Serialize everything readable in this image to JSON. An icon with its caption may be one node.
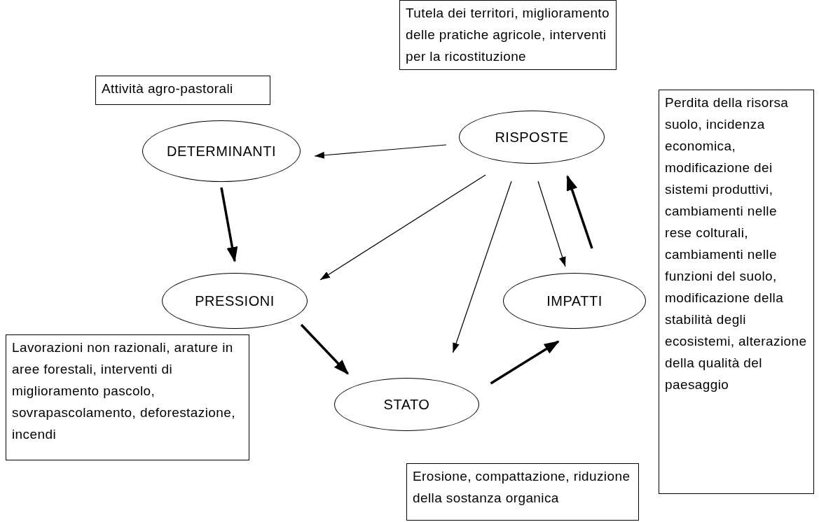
{
  "diagram": {
    "nodes": [
      {
        "text": [
          "Tutela dei territori, miglioramento delle pratiche agricole, interventi per la ricostituzione"
        ]
      },
      {
        "text": [
          "Attività agro-pastorali"
        ]
      },
      {
        "text": [
          "RISPOSTE"
        ]
      },
      {
        "text": [
          "DETERMINANTI"
        ]
      },
      {
        "text": [
          "Perdita della risorsa suolo, incidenza economica, modificazione dei sistemi produttivi, cambiamenti nelle rese colturali, cambiamenti nelle funzioni del suolo, modificazione della stabilità degli ecosistemi, alterazione della qualità del paesaggio"
        ]
      },
      {
        "text": [
          "PRESSIONI"
        ]
      },
      {
        "text": [
          "IMPATTI"
        ]
      },
      {
        "text": [
          "Lavorazioni non razionali, arature in aree forestali, interventi di miglioramento pascolo, sovrapascolamento, deforestazione, incendi"
        ]
      },
      {
        "text": [
          "STATO"
        ]
      },
      {
        "text": [
          "Erosione, compattazione, riduzione della sostanza organica"
        ]
      }
    ],
    "edges": [
      {
        "from": 2,
        "to": 3,
        "arrow": "to"
      },
      {
        "from": 3,
        "to": 5,
        "arrow": "to",
        "style": "thick"
      },
      {
        "from": 2,
        "to": 5,
        "arrow": "to"
      },
      {
        "from": 2,
        "to": 8,
        "arrow": "to"
      },
      {
        "from": 2,
        "to": 6,
        "arrow": "to"
      },
      {
        "from": 6,
        "to": 2,
        "arrow": "to",
        "style": "thick"
      },
      {
        "from": 5,
        "to": 8,
        "arrow": "to",
        "style": "thick"
      },
      {
        "from": 8,
        "to": 6,
        "arrow": "to",
        "style": "thick"
      }
    ]
  }
}
